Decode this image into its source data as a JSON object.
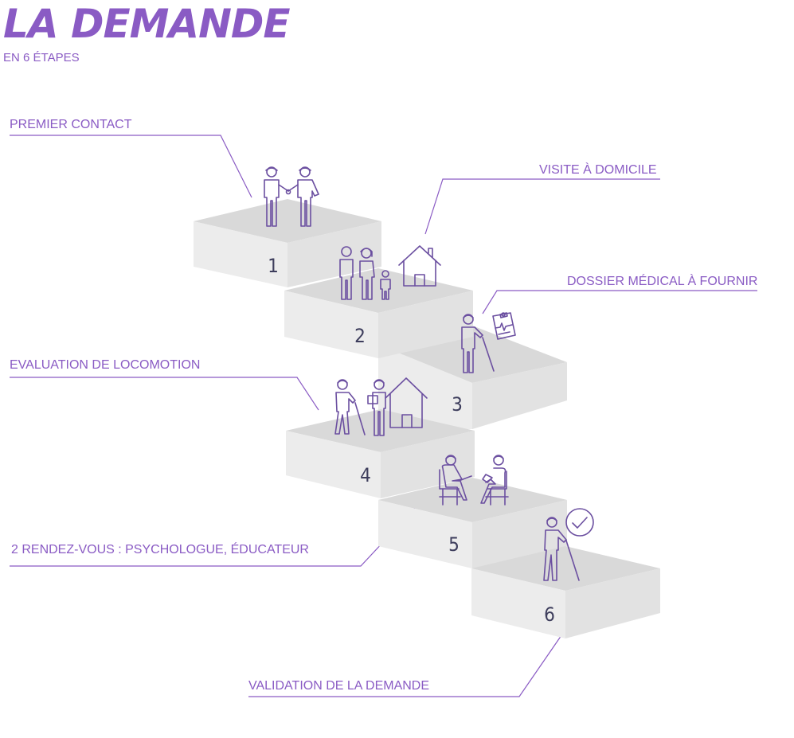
{
  "header": {
    "title": "LA DEMANDE",
    "subtitle": "EN 6 ÉTAPES"
  },
  "steps": [
    {
      "number": "1",
      "label": "PREMIER CONTACT"
    },
    {
      "number": "2",
      "label": "VISITE À DOMICILE"
    },
    {
      "number": "3",
      "label": "DOSSIER MÉDICAL À FOURNIR"
    },
    {
      "number": "4",
      "label": "EVALUATION DE LOCOMOTION"
    },
    {
      "number": "5",
      "label": "2 RENDEZ-VOUS : PSYCHOLOGUE, ÉDUCATEUR"
    },
    {
      "number": "6",
      "label": "VALIDATION DE LA DEMANDE"
    }
  ],
  "colors": {
    "accent": "#8a5bc4",
    "icon_stroke": "#6b4fa0",
    "step_top": "#d9d9d9",
    "step_left": "#ececec",
    "step_right": "#e2e2e2"
  }
}
